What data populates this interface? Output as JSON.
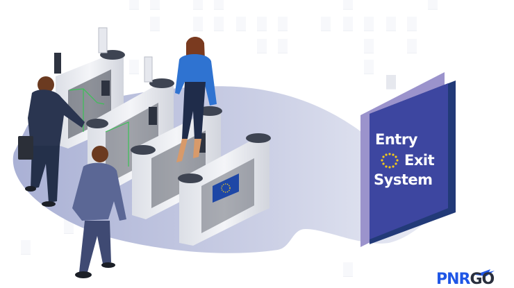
{
  "illustration": {
    "subject": "EU Entry/Exit System border control e-gates",
    "panel": {
      "line1": "Entry",
      "line2": "Exit",
      "line3": "System",
      "colors": {
        "front": "#3d46a0",
        "back": "#9b93cc",
        "edge": "#223a78",
        "stars": "#f3c91a"
      }
    },
    "logo": {
      "part1": "PNR",
      "part2": "GO",
      "plane_color": "#1f56e6"
    },
    "floor_color": "#b9bfdc",
    "figures": [
      "businessman-with-briefcase",
      "woman-in-blue-jacket",
      "man-in-grey-suit"
    ],
    "gates": 4,
    "eu_flag": {
      "color": "#1e47a6",
      "stars": "#f3c91a"
    }
  }
}
